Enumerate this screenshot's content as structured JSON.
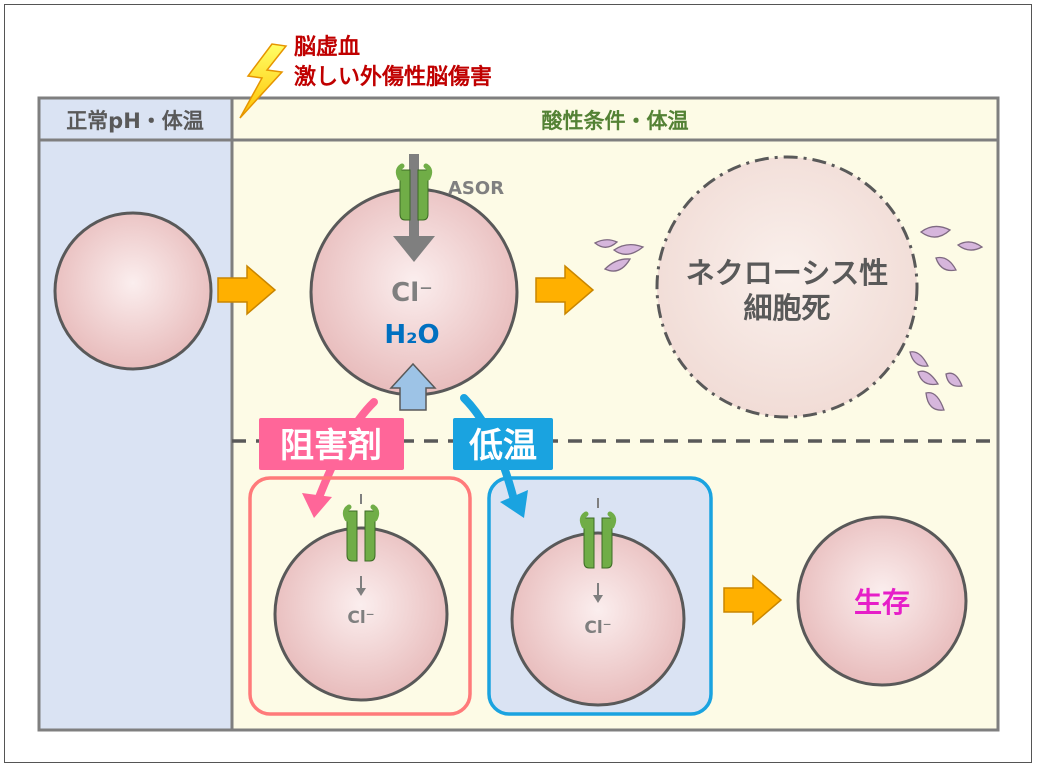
{
  "trigger": {
    "line1": "脳虚血",
    "line2": "激しい外傷性脳傷害",
    "text_color": "#c00000"
  },
  "panels": {
    "normal": {
      "title": "正常pH・体温",
      "fill": "#dae3f3"
    },
    "acidic": {
      "title": "酸性条件・体温",
      "fill": "#fdfbe6",
      "title_color": "#548235"
    }
  },
  "labels": {
    "channel": "ASOR",
    "chloride": "Cl⁻",
    "water": "H₂O",
    "necrosis_line1": "ネクローシス性",
    "necrosis_line2": "細胞死",
    "inhibitor": "阻害剤",
    "hypothermia": "低温",
    "survival": "生存"
  },
  "colors": {
    "cell_fill": "#ecc6c6",
    "cell_stroke": "#595959",
    "channel": "#70ad47",
    "arrow_orange": "#ffb000",
    "inhibitor_pink": "#ff6699",
    "hypothermia_blue": "#1aa3e0",
    "water_blue": "#0070c0",
    "survival_magenta": "#e61ec8"
  }
}
